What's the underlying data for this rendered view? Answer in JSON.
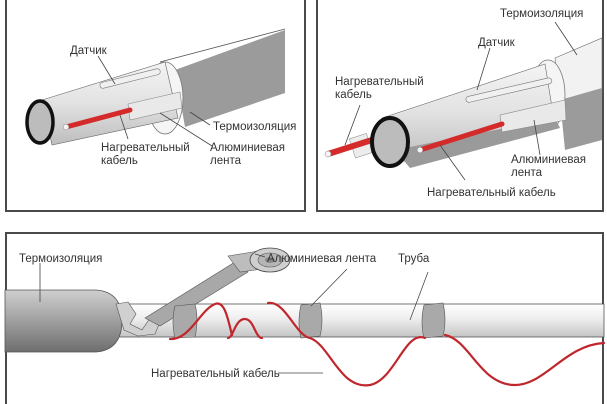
{
  "panels": {
    "left": {
      "labels": {
        "sensor": "Датчик",
        "insulation": "Термоизоляция",
        "heating_cable_line1": "Нагревательный",
        "heating_cable_line2": "кабель",
        "aluminum_tape_line1": "Алюминиевая",
        "aluminum_tape_line2": "лента"
      }
    },
    "right": {
      "labels": {
        "insulation": "Термоизоляция",
        "sensor": "Датчик",
        "heating_cable_line1": "Нагревательный",
        "heating_cable_line2": "кабель",
        "aluminum_tape_line1": "Алюминиевая",
        "aluminum_tape_line2": "лента",
        "heating_cable_bottom": "Нагревательный кабель"
      }
    },
    "bottom": {
      "labels": {
        "insulation": "Термоизоляция",
        "aluminum_tape": "Алюминиевая лента",
        "pipe": "Труба",
        "heating_cable": "Нагревательный кабель"
      }
    }
  },
  "colors": {
    "cable_red": "#d42a2a",
    "cable_dark_red": "#b8202a",
    "pipe_light": "#e6e6e6",
    "pipe_mid": "#c8c8c8",
    "insulation_gray": "#9a9a9a",
    "tape_gray": "#b0b0b0",
    "outline": "#222222"
  }
}
